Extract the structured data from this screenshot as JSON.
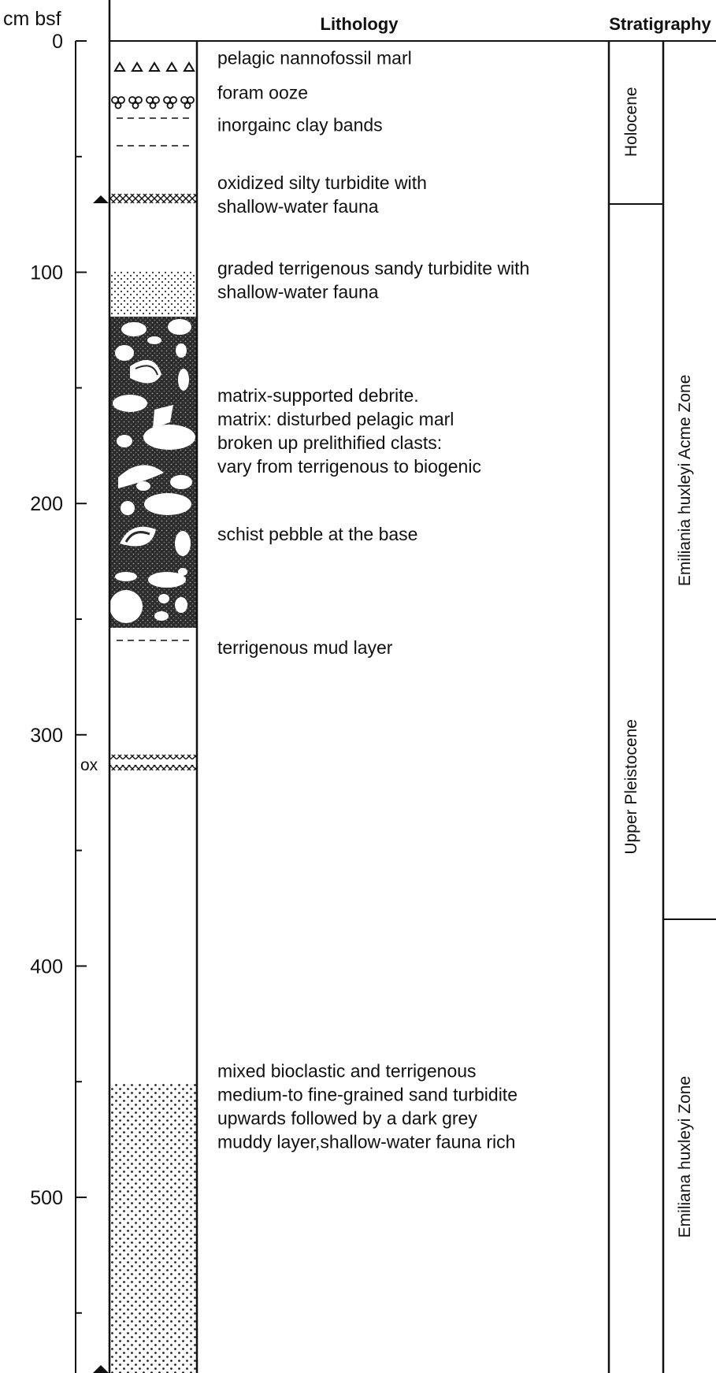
{
  "header": {
    "depth_unit": "cm bsf",
    "lithology": "Lithology",
    "stratigraphy": "Stratigraphy"
  },
  "depth_ticks": [
    {
      "label": "0",
      "depth": 0
    },
    {
      "label": "100",
      "depth": 100
    },
    {
      "label": "200",
      "depth": 200
    },
    {
      "label": "300",
      "depth": 300
    },
    {
      "label": "400",
      "depth": 400
    },
    {
      "label": "500",
      "depth": 500
    }
  ],
  "depth_markers": {
    "ox_label": "ox",
    "ox_depth": 313
  },
  "lithology_units": [
    {
      "text": [
        "pelagic nannofossil marl"
      ],
      "depth": 10
    },
    {
      "text": [
        "foram ooze"
      ],
      "depth": 25
    },
    {
      "text": [
        "inorgainc clay bands"
      ],
      "depth": 39
    },
    {
      "text": [
        "oxidized silty turbidite with",
        "shallow-water fauna"
      ],
      "depth": 64
    },
    {
      "text": [
        "graded terrigenous sandy turbidite with",
        "shallow-water fauna"
      ],
      "depth": 101
    },
    {
      "text": [
        "matrix-supported debrite.",
        "matrix: disturbed pelagic marl",
        "broken up prelithified clasts:",
        "vary from terrigenous to biogenic"
      ],
      "depth": 156
    },
    {
      "text": [
        "schist pebble at the base"
      ],
      "depth": 216
    },
    {
      "text": [
        "terrigenous mud layer"
      ],
      "depth": 265
    },
    {
      "text": [
        "mixed bioclastic and terrigenous",
        "medium-to fine-grained sand turbidite",
        "upwards followed by  a dark grey",
        "muddy layer,shallow-water fauna rich"
      ],
      "depth": 448
    }
  ],
  "stratigraphy": {
    "series": [
      {
        "name": "Holocene",
        "top": 0,
        "bottom": 70
      },
      {
        "name": "Upper Pleistocene",
        "top": 70,
        "bottom": 585
      }
    ],
    "zones": [
      {
        "name": "Emiliania huxleyi Acme Zone",
        "top": 0,
        "bottom": 380
      },
      {
        "name": "Emiliana huxleyi  Zone",
        "top": 380,
        "bottom": 585
      }
    ]
  }
}
